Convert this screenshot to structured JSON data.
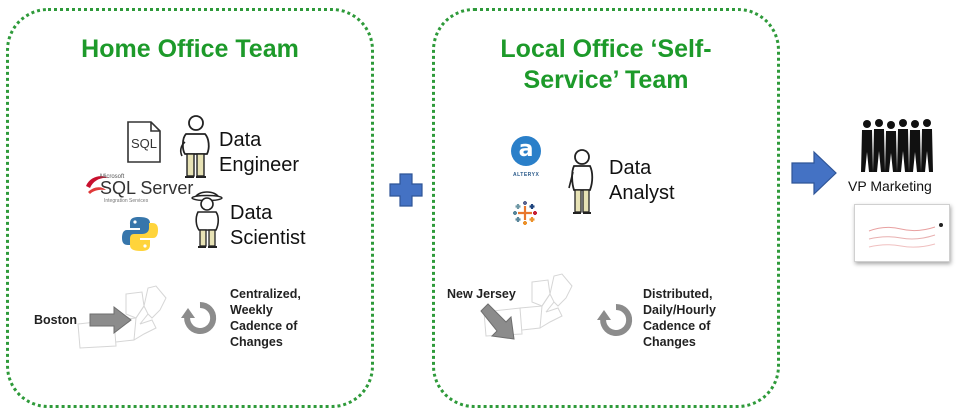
{
  "home": {
    "title_line1": "Home Office Team",
    "sql_icon_label": "SQL",
    "sqlserver_label": "SQL Server",
    "sqlserver_ms": "Microsoft",
    "sqlserver_sub": "Integration Services",
    "engineer_line1": "Data",
    "engineer_line2": "Engineer",
    "scientist_line1": "Data",
    "scientist_line2": "Scientist",
    "location": "Boston",
    "cadence_line1": "Centralized,",
    "cadence_line2": "Weekly",
    "cadence_line3": "Cadence of",
    "cadence_line4": "Changes"
  },
  "local": {
    "title_line1": "Local Office ‘Self-",
    "title_line2": "Service’ Team",
    "alteryx_letter": "a",
    "alteryx_label": "ALTERYX",
    "analyst_line1": "Data",
    "analyst_line2": "Analyst",
    "location": "New Jersey",
    "cadence_line1": "Distributed,",
    "cadence_line2": "Daily/Hourly",
    "cadence_line3": "Cadence of",
    "cadence_line4": "Changes"
  },
  "output": {
    "vp_label": "VP Marketing"
  },
  "colors": {
    "green": "#1d9a2a",
    "blue_arrow": "#4472c4",
    "gray_arrow": "#8c8c8c"
  }
}
